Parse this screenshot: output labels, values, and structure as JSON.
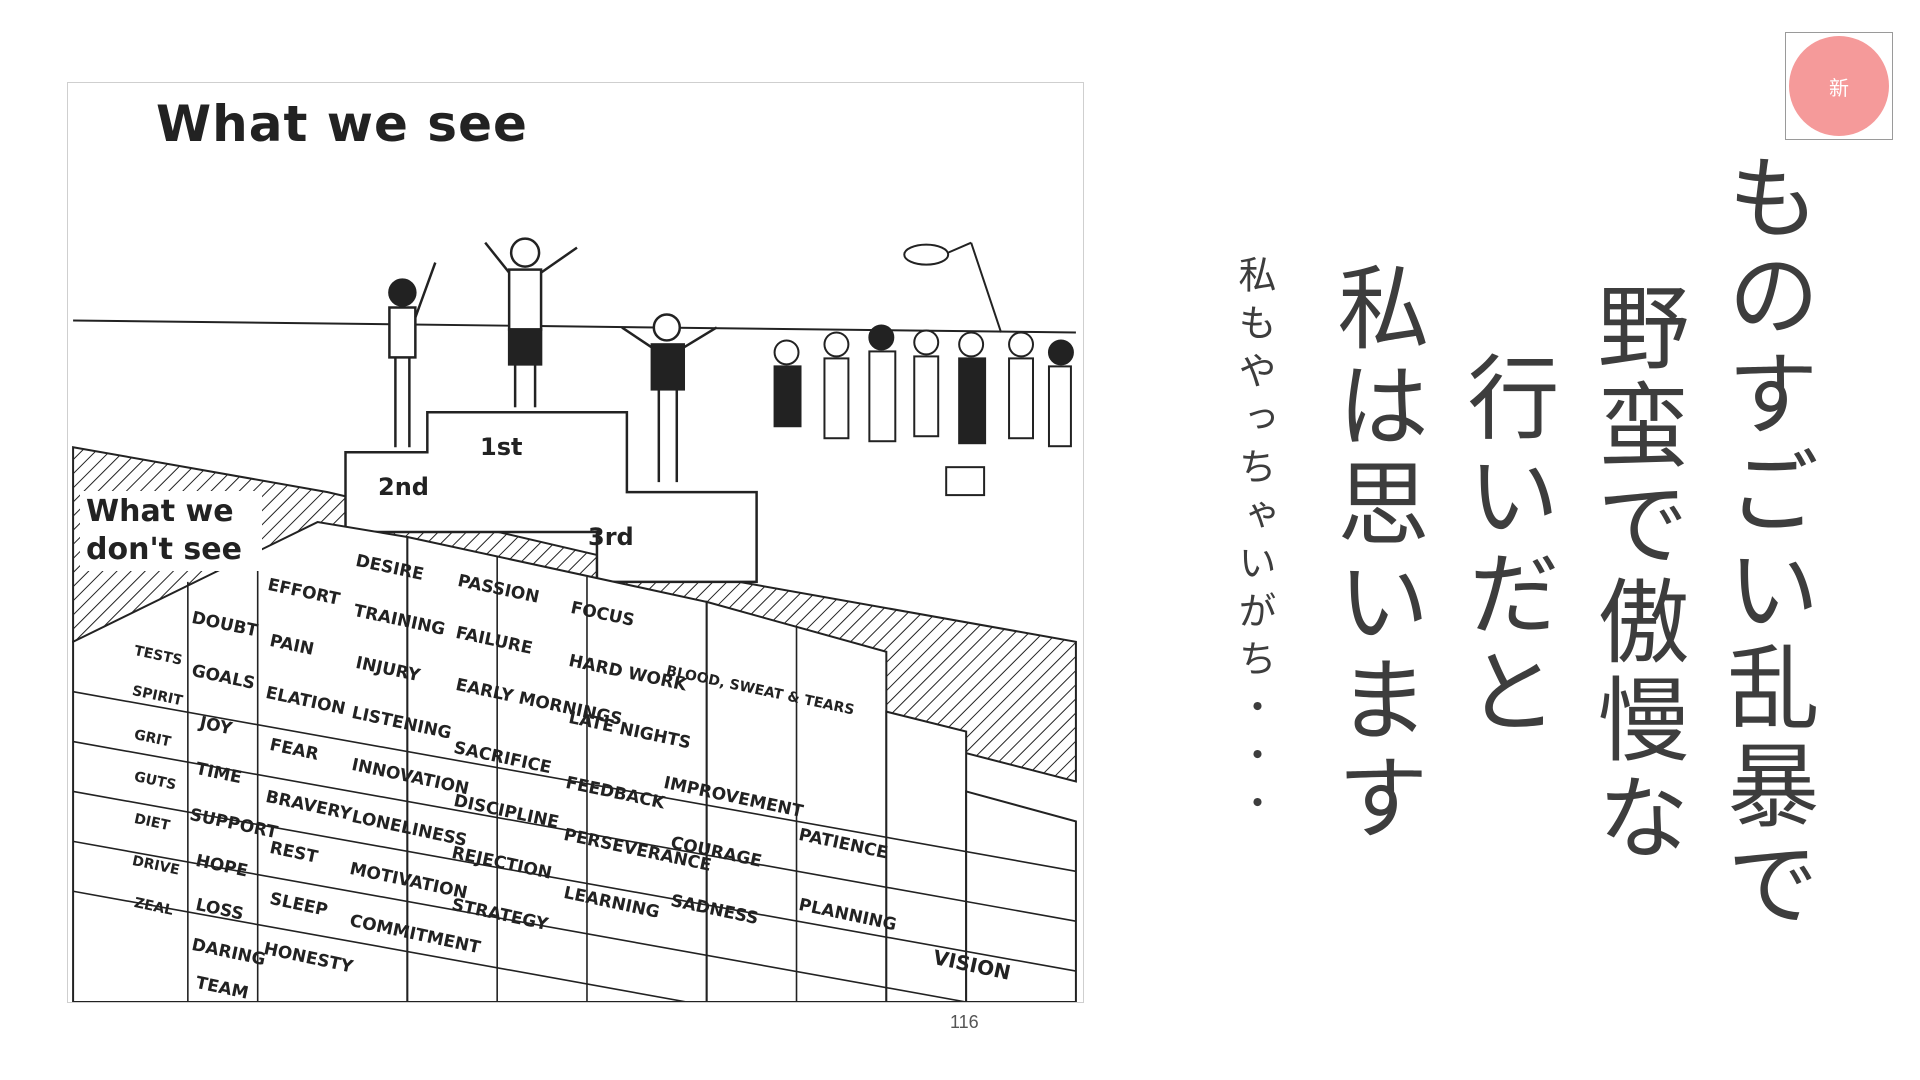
{
  "illustration": {
    "caption_top": "What we see",
    "caption_bottom": "What we don't see",
    "places": [
      "2nd",
      "1st",
      "3rd"
    ],
    "columns": [
      [
        "DESIRE",
        "TRAINING",
        "INJURY",
        "LISTENING",
        "INNOVATION",
        "LONELINESS",
        "MOTIVATION",
        "COMMITMENT"
      ],
      [
        "PASSION",
        "FAILURE",
        "EARLY MORNINGS",
        "SACRIFICE",
        "DISCIPLINE",
        "REJECTION",
        "STRATEGY"
      ],
      [
        "FOCUS",
        "HARD WORK",
        "LATE NIGHTS",
        "FEEDBACK",
        "PERSEVERANCE",
        "LEARNING"
      ],
      [
        "BLOOD, SWEAT & TEARS",
        "IMPROVEMENT",
        "COURAGE",
        "SADNESS"
      ],
      [
        "PATIENCE",
        "PLANNING"
      ],
      [
        "VISION"
      ],
      [
        "EFFORT",
        "PAIN",
        "ELATION",
        "FEAR",
        "BRAVERY",
        "REST",
        "SLEEP",
        "HONESTY"
      ],
      [
        "DOUBT",
        "GOALS",
        "JOY",
        "TIME",
        "SUPPORT",
        "HOPE",
        "LOSS",
        "DARING",
        "TEAM"
      ],
      [
        "TESTS",
        "SPIRIT",
        "GRIT",
        "GUTS",
        "DIET",
        "DRIVE",
        "ZEAL"
      ]
    ]
  },
  "page_number": "116",
  "badge": {
    "label": "新",
    "color": "#f59a9a"
  },
  "text_columns": {
    "col1": "ものすごい乱暴で",
    "col2": "野蛮で傲慢な",
    "col3": "行いだと",
    "col4": "私は思います",
    "col5": "私もやっちゃいがち・・・"
  }
}
